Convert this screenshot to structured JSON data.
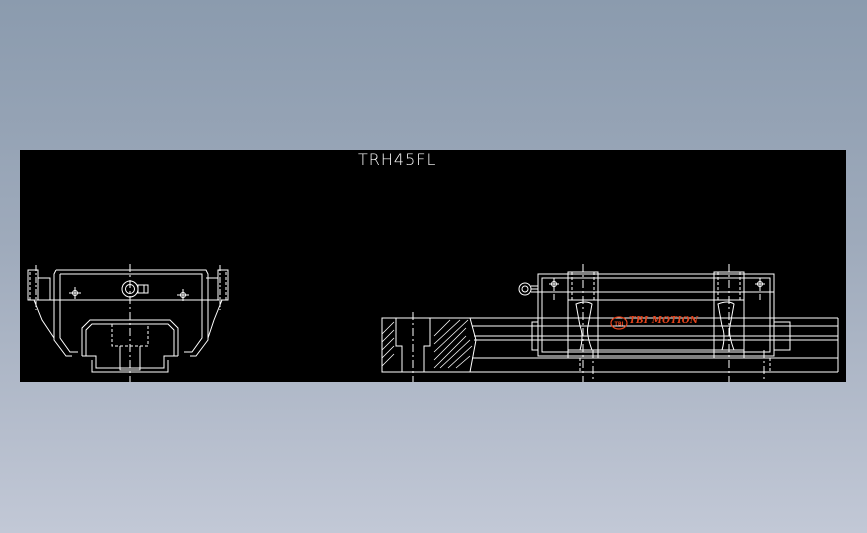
{
  "drawing": {
    "title": "TRH45FL",
    "logo_text": "TBI MOTION",
    "logo_mark": "TBI",
    "colors": {
      "background": "#000000",
      "line": "#ffffff",
      "logo": "#e5431b",
      "canvas": "#9eaabb"
    }
  }
}
